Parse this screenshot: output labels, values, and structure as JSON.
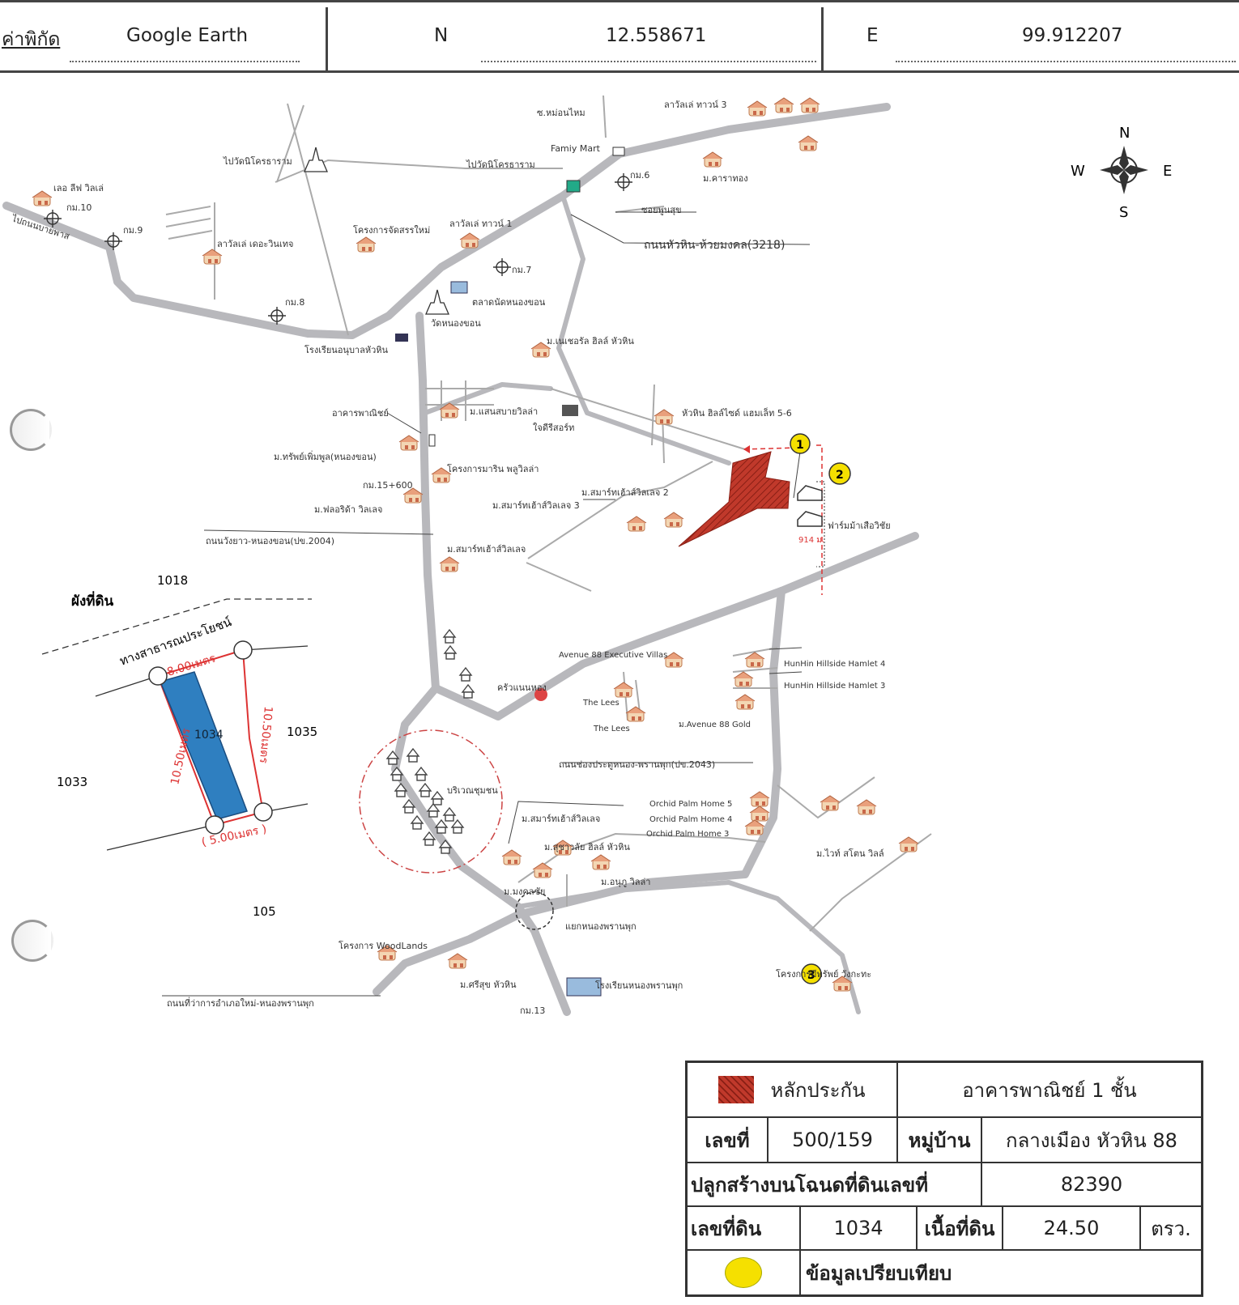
{
  "header": {
    "coord_label": "ค่าพิกัด",
    "source": "Google Earth",
    "n_label": "N",
    "n_value": "12.558671",
    "e_label": "E",
    "e_value": "99.912207"
  },
  "compass": {
    "n": "N",
    "s": "S",
    "w": "W",
    "e": "E"
  },
  "map_labels": {
    "soi_lamai": "ซ.หม่อนไหม",
    "laval_house3": "ลาวัลเล่ ทาวน์ 3",
    "family_mart": "Famiy Mart",
    "km6": "กม.6",
    "m_kanthong": "ม.คาราทอง",
    "pa_khao": "ไปวัดนิโครธาราม",
    "pa_khao2": "ไปวัดนิโครธาราม",
    "le_leaf": "เลอ ลีฟ วิลเล่",
    "km10": "กม.10",
    "km9": "กม.9",
    "to_road": "ไปถนนบายพาส",
    "soi_poonsuk": "ซอยพูนสุข",
    "road_3218": "ถนนหัวหิน-ห้วยมงคล(3218)",
    "project_new": "โครงการจัดสรรใหม่",
    "laval_house1": "ลาวัลเล่ ทาวน์ 1",
    "laval_de": "ลาวัลเล่ เดอะวินเทจ",
    "km7": "กม.7",
    "market": "ตลาดนัดหนองขอน",
    "km8": "กม.8",
    "wat": "วัดหนองขอน",
    "school1": "โรงเรียนอนุบาลหัวหิน",
    "m_navera": "ม.เนเชอรัล ฮิลล์ หัวหิน",
    "commercial": "อาคารพาณิชย์",
    "m_saensabai": "ม.แสนสบายวิลล่า",
    "jaidee": "ใจดีรีสอร์ท",
    "hillside56": "หัวหิน ฮิลล์ไซด์ แฮมเล็ท 5-6",
    "m_sap": "ม.ทรัพย์เพิ่มพูล(หนองขอน)",
    "marin": "โครงการมาริน พลูวิลล่า",
    "km15": "กม.15+600",
    "smart2": "ม.สมาร์ทเฮ้าส์วิลเลจ 2",
    "smart3": "ม.สมาร์ทเฮ้าส์วิลเลจ 3",
    "florida": "ม.ฟลอริด้า วิลเลจ",
    "farm": "ฟาร์มม้าเสือวิชัย",
    "road_2004": "ถนนวังยาว-หนองขอน(ปข.2004)",
    "smart": "ม.สมาร์ทเฮ้าส์วิลเลจ",
    "dist": "914 ม.",
    "avenue88": "Avenue 88 Executive Villas",
    "hamlet4": "HunHin Hillside Hamlet 4",
    "hamlet3": "HunHin Hillside Hamlet 3",
    "kitchen": "ครัวแนนหอง",
    "the_lees1": "The Lees",
    "the_lees2": "The Lees",
    "avenue_gold": "ม.Avenue 88 Gold",
    "road_2043": "ถนนช่องประตูหนอง-พรานพุก(ปข.2043)",
    "community": "บริเวณชุมชน",
    "orchid5": "Orchid Palm Home 5",
    "orchid4": "Orchid Palm Home 4",
    "orchid3": "Orchid Palm Home 3",
    "smart_b": "ม.สมาร์ทเฮ้าส์วิลเลจ",
    "m_chalai": "ม.สุชาวลัย ฮิลล์ หัวหิน",
    "white_stone": "ม.ไวท์ สโตน วิลล์",
    "m_mongkol": "ม.มงคลชัย",
    "m_anu": "ม.อนุภู วิลล่า",
    "junction": "แยกหนองพรานพุก",
    "woodlands": "โครงการ WoodLands",
    "m_srisuk": "ม.ศรีสุข หัวหิน",
    "school2": "โรงเรียนหนองพรานพุก",
    "misap": "โครงการมีทรัพย์ วังกะทะ",
    "km13": "กม.13",
    "road_amphoe": "ถนนที่ว่าการอำเภอใหม่-หนองพรานพุก",
    "marker1": "1",
    "marker2": "2",
    "marker3": "3"
  },
  "plot": {
    "title": "ผังที่ดิน",
    "public_way": "ทางสาธารณประโยชน์",
    "top_width": "8.00เมตร",
    "left_len": "10.50เมตร",
    "right_len": "10.50เมตร",
    "bottom_width": "( 5.00เมตร )",
    "parcel": "1034",
    "n1018": "1018",
    "n1035": "1035",
    "n1033": "1033",
    "n105": "105",
    "fill_color": "#2f7fc0"
  },
  "legend": {
    "collateral_label": "หลักประกัน",
    "collateral_color": "#c0392b",
    "building_type": "อาคารพาณิชย์ 1 ชั้น",
    "no_label": "เลขที่",
    "no_value": "500/159",
    "village_label": "หมู่บ้าน",
    "village_value": "กลางเมือง หัวหิน 88",
    "deed_label": "ปลูกสร้างบนโฉนดที่ดินเลขที่",
    "deed_value": "82390",
    "land_no_label": "เลขที่ดิน",
    "land_no_value": "1034",
    "area_label": "เนื้อที่ดิน",
    "area_value": "24.50",
    "area_unit": "ตรว.",
    "compare_label": "ข้อมูลเปรียบเทียบ",
    "compare_color": "#f5e000"
  }
}
